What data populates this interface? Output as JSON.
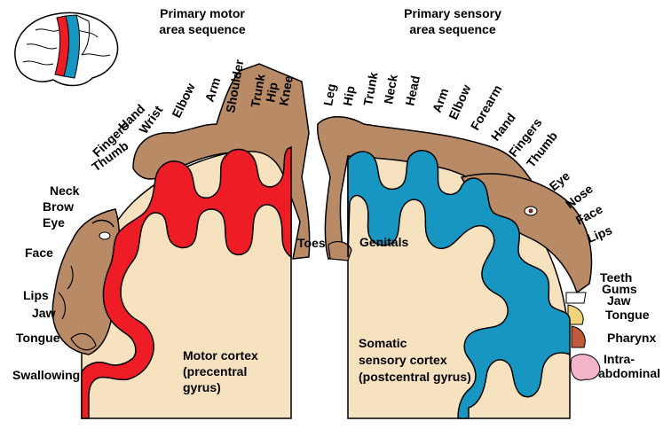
{
  "motor": {
    "heading": [
      "Primary motor",
      "area sequence"
    ],
    "labels": [
      "Toes",
      "Knee",
      "Hip",
      "Trunk",
      "Shoulder",
      "Arm",
      "Elbow",
      "Wrist",
      "Hand",
      "Fingers",
      "Thumb",
      "Neck",
      "Brow",
      "Eye",
      "Face",
      "Lips",
      "Jaw",
      "Tongue",
      "Swallowing"
    ],
    "cortex_label": [
      "Motor cortex",
      "(precentral",
      "gyrus)"
    ]
  },
  "sensory": {
    "heading": [
      "Primary sensory",
      "area sequence"
    ],
    "labels": [
      "Genitals",
      "Leg",
      "Hip",
      "Trunk",
      "Neck",
      "Head",
      "Arm",
      "Elbow",
      "Forearm",
      "Hand",
      "Fingers",
      "Thumb",
      "Eye",
      "Nose",
      "Face",
      "Lips",
      "Teeth",
      "Gums",
      "Jaw",
      "Tongue",
      "Pharynx",
      "Intra-",
      "abdominal"
    ],
    "cortex_label": [
      "Somatic",
      "sensory cortex",
      "(postcentral gyrus)"
    ]
  },
  "colors": {
    "motor_strip": "#ee1c24",
    "sensory_strip": "#1796c2",
    "brain_tissue": "#f7e2c0",
    "homunculus_skin": "#b98a66",
    "outline": "#000000"
  },
  "icons": [
    "brain-inset-icon",
    "motor-homunculus-figure",
    "sensory-homunculus-figure"
  ]
}
